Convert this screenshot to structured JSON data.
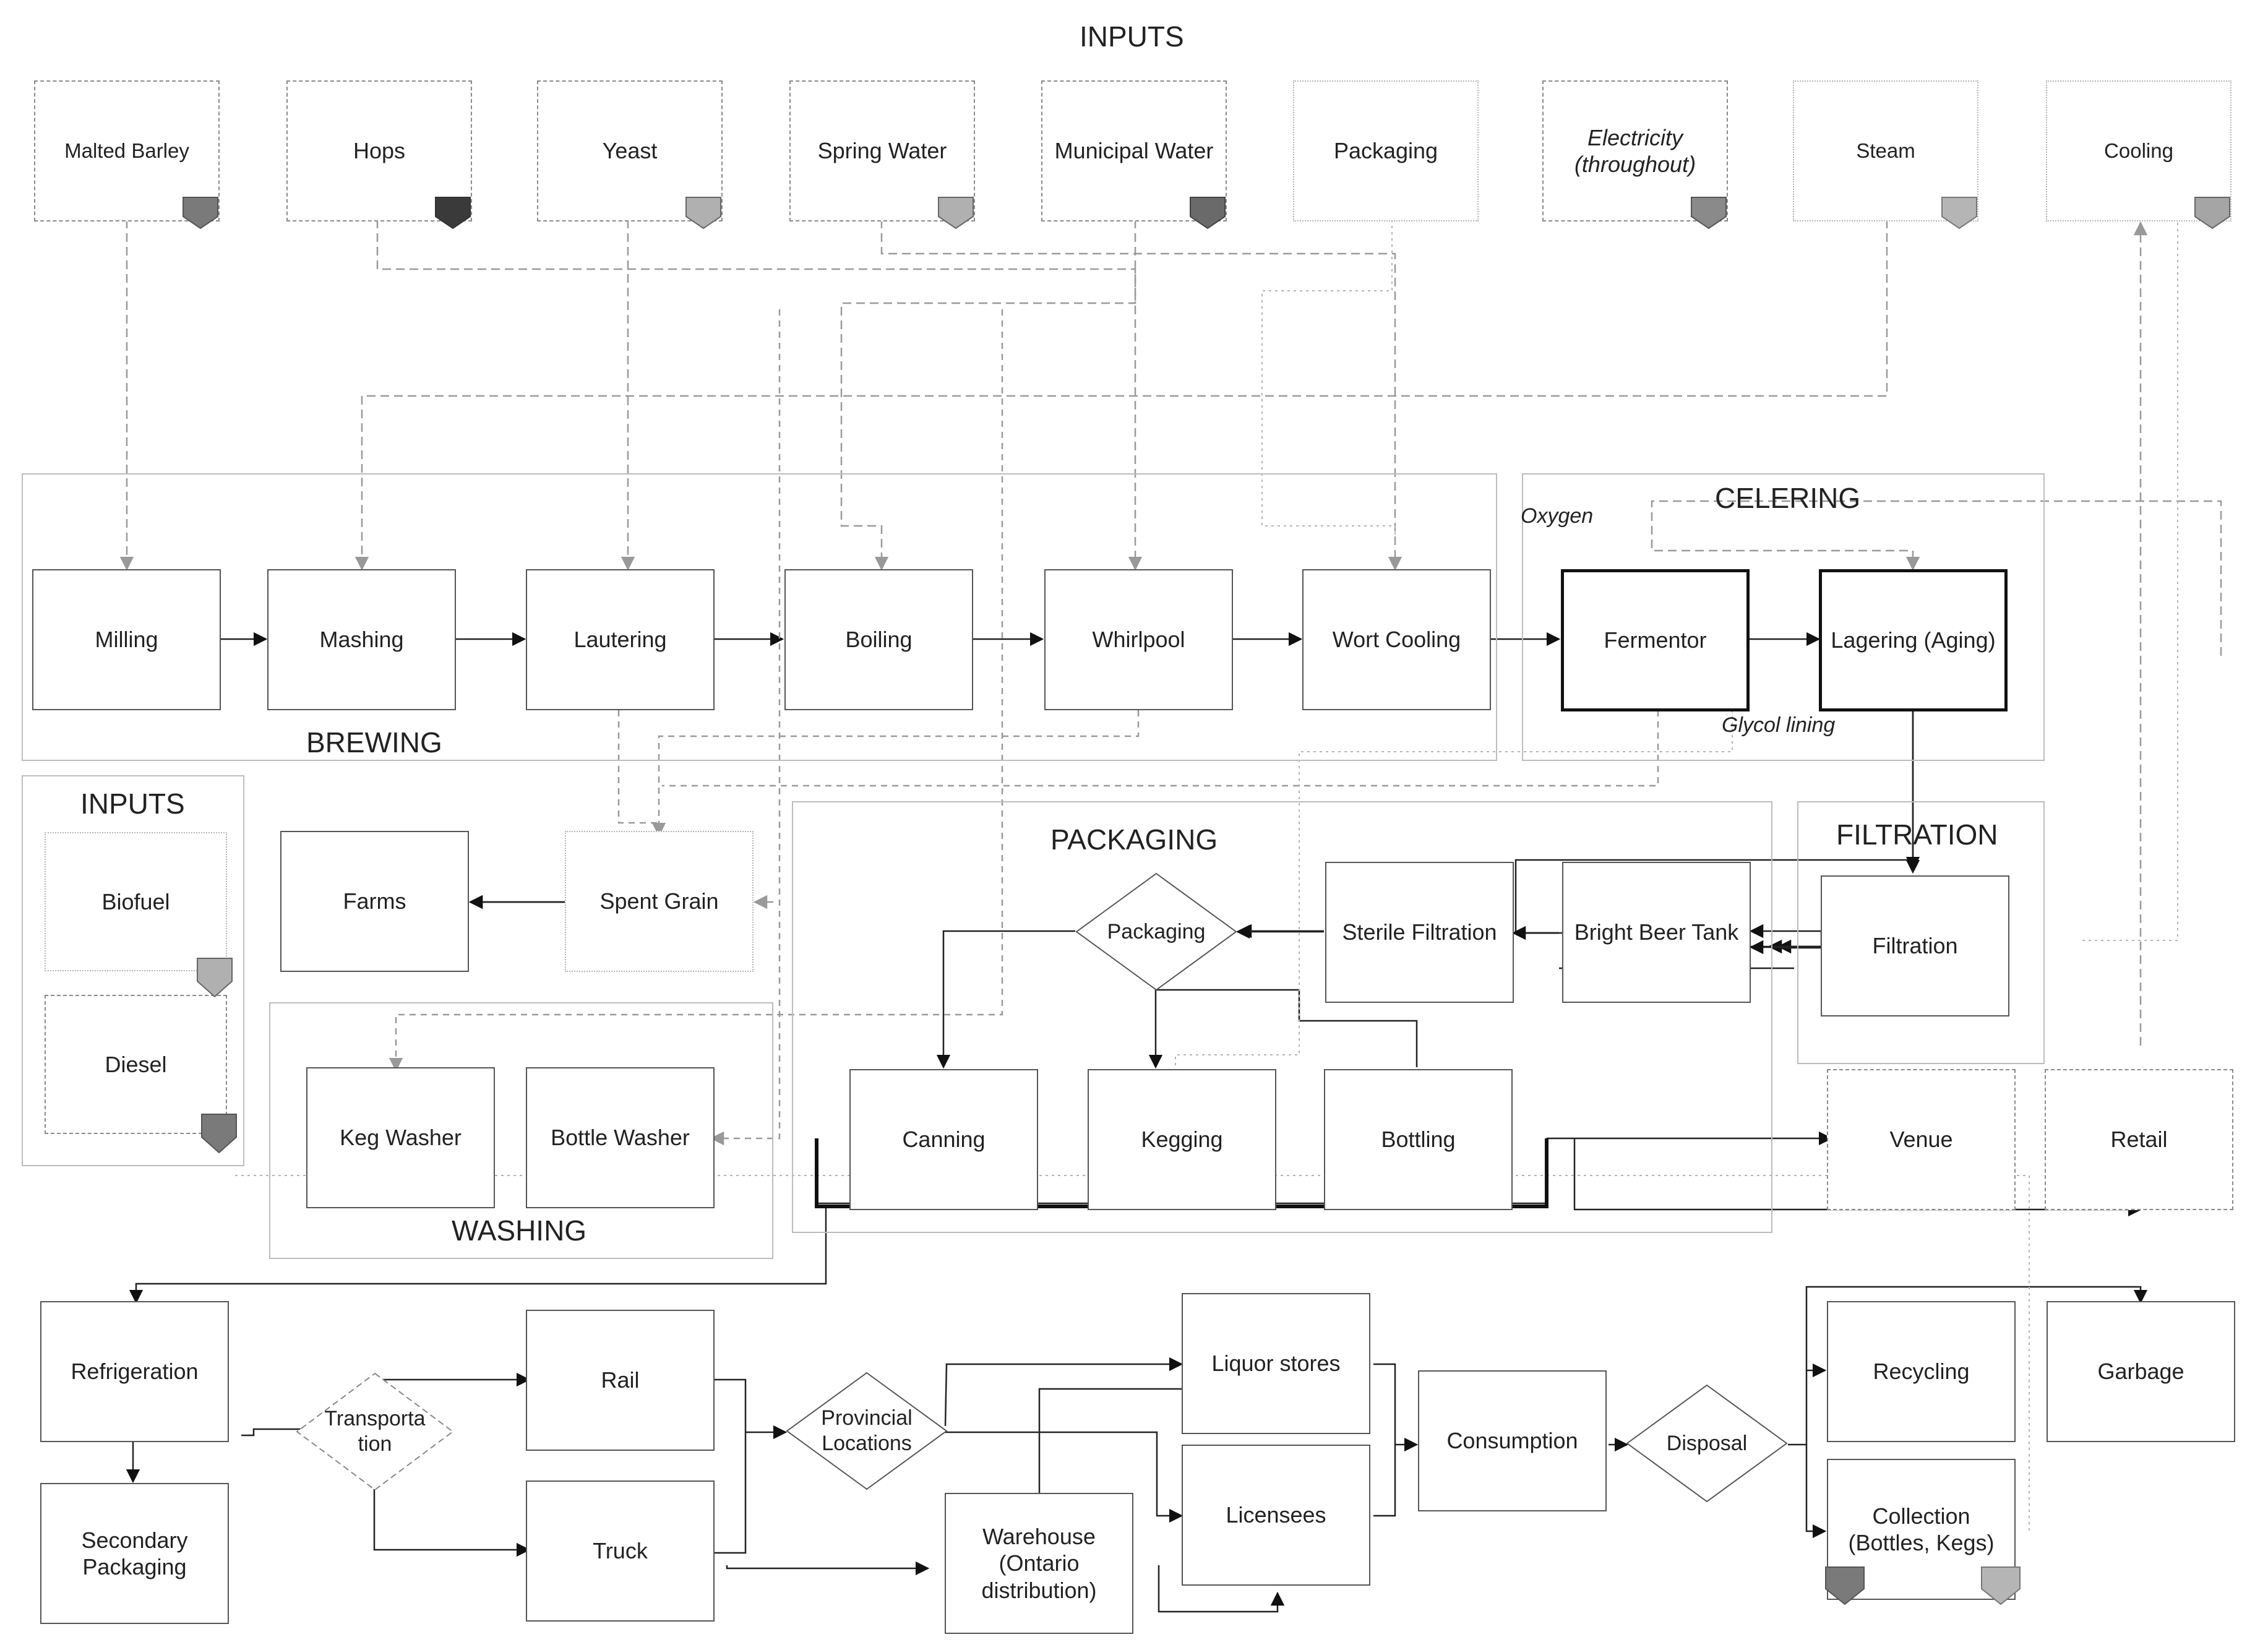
{
  "titles": {
    "inputs_top": "INPUTS",
    "brewing": "BREWING",
    "celering": "CELERING",
    "packaging": "PACKAGING",
    "filtration": "FILTRATION",
    "inputs_side": "INPUTS",
    "washing": "WASHING"
  },
  "inputs": {
    "malted_barley": "Malted Barley",
    "hops": "Hops",
    "yeast": "Yeast",
    "spring_water": "Spring Water",
    "municipal_water": "Municipal Water",
    "packaging": "Packaging",
    "electricity": "Electricity\n(throughout)",
    "steam": "Steam",
    "cooling": "Cooling",
    "biofuel": "Biofuel",
    "diesel": "Diesel"
  },
  "brewing": {
    "milling": "Milling",
    "mashing": "Mashing",
    "lautering": "Lautering",
    "boiling": "Boiling",
    "whirlpool": "Whirlpool",
    "wort_cooling": "Wort Cooling"
  },
  "celering": {
    "fermentor": "Fermentor",
    "lagering": "Lagering (Aging)",
    "oxygen": "Oxygen",
    "glycol": "Glycol lining"
  },
  "filtration": {
    "filtration": "Filtration"
  },
  "packaging_section": {
    "bright_beer_tank": "Bright Beer Tank",
    "sterile_filtration": "Sterile Filtration",
    "packaging_decision": "Packaging",
    "canning": "Canning",
    "kegging": "Kegging",
    "bottling": "Bottling"
  },
  "byproducts": {
    "spent_grain": "Spent Grain",
    "farms": "Farms"
  },
  "washing": {
    "keg_washer": "Keg Washer",
    "bottle_washer": "Bottle Washer"
  },
  "outlets": {
    "venue": "Venue",
    "retail": "Retail"
  },
  "distribution": {
    "refrigeration": "Refrigeration",
    "secondary_packaging": "Secondary\nPackaging",
    "transportation": "Transporta\ntion",
    "rail": "Rail",
    "truck": "Truck",
    "provincial_locations": "Provincial\nLocations",
    "warehouse": "Warehouse\n(Ontario\ndistribution)",
    "liquor_stores": "Liquor stores",
    "licensees": "Licensees",
    "consumption": "Consumption",
    "disposal": "Disposal",
    "recycling": "Recycling",
    "garbage": "Garbage",
    "collection": "Collection\n(Bottles, Kegs)"
  },
  "badge_colors": {
    "malted_barley": "#7a7a7a",
    "hops": "#3a3a3a",
    "yeast": "#b0b0b0",
    "spring_water": "#b0b0b0",
    "municipal_water": "#6a6a6a",
    "electricity": "#8a8a8a",
    "steam": "#b5b5b5",
    "cooling": "#a5a5a5",
    "biofuel": "#b0b0b0",
    "diesel": "#7a7a7a",
    "collection_left": "#7a7a7a",
    "collection_right": "#b5b5b5"
  }
}
